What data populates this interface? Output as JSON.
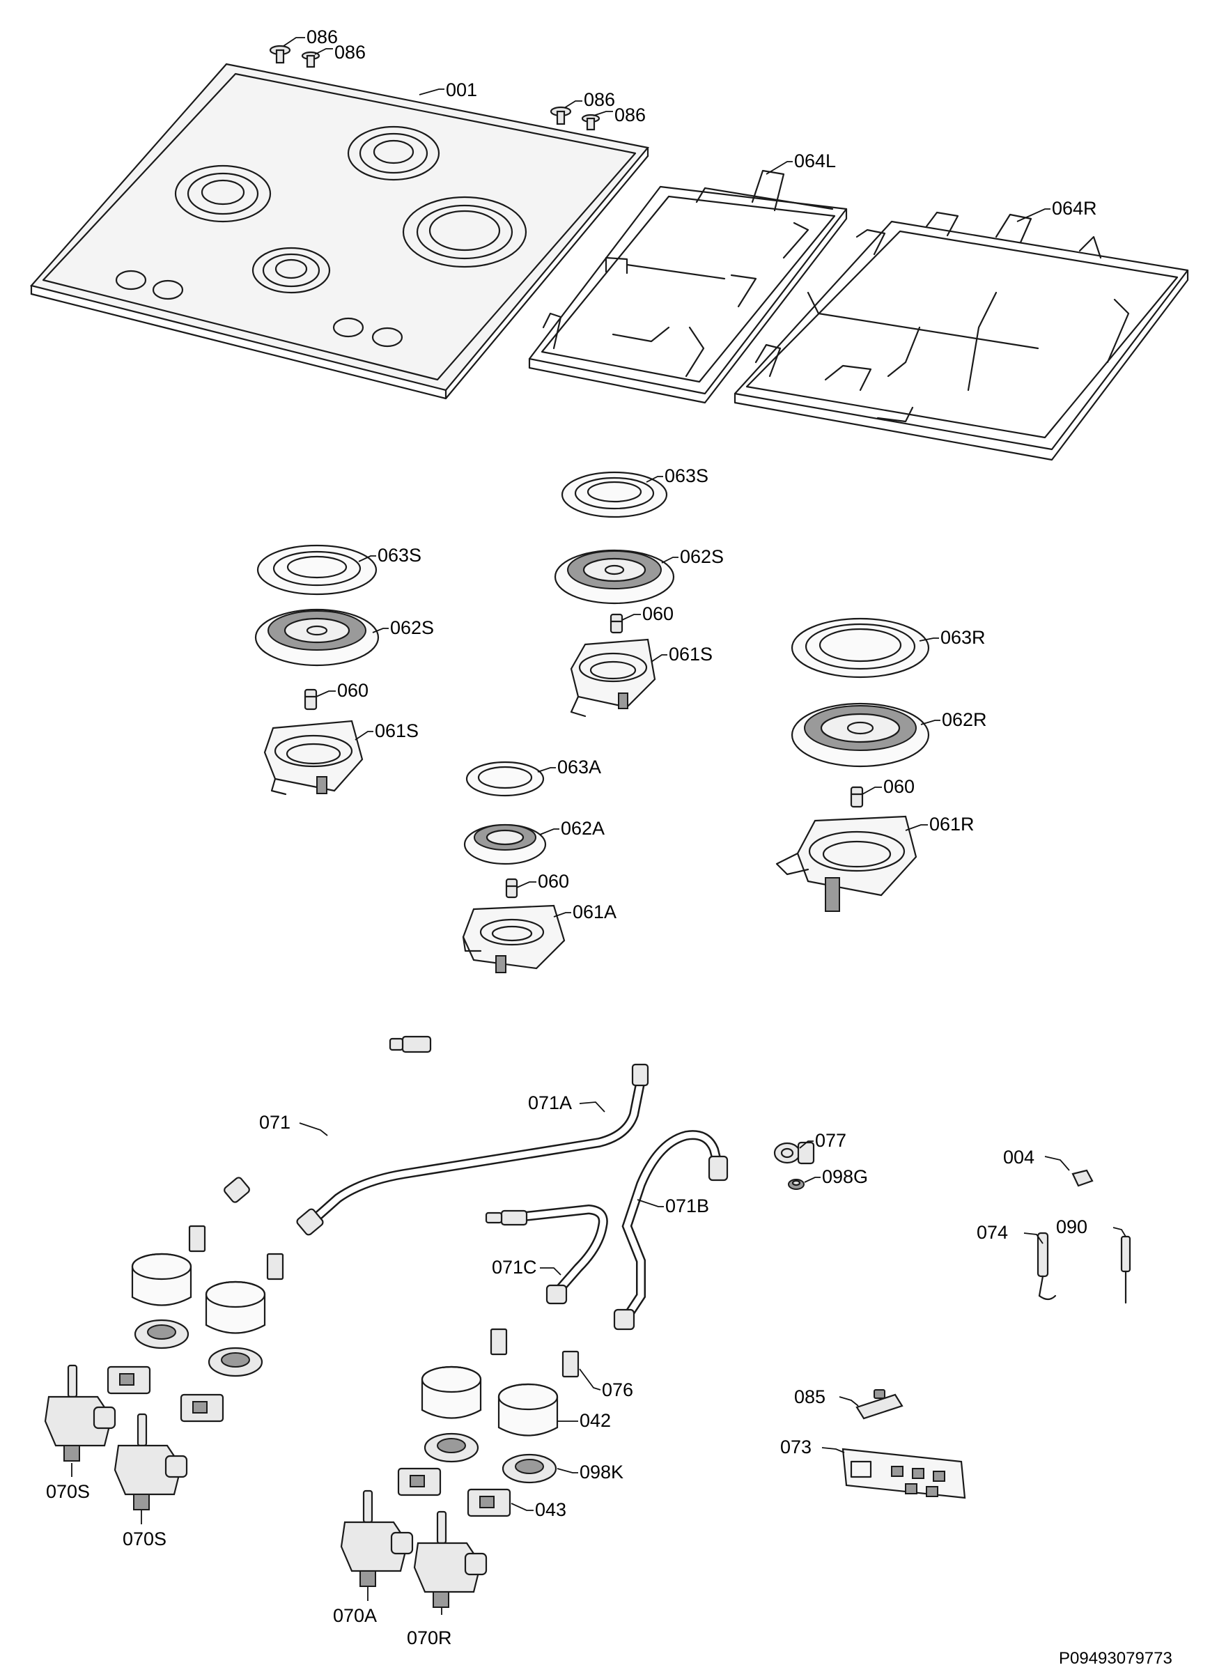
{
  "callouts": [
    {
      "id": "c-086-a",
      "text": "086"
    },
    {
      "id": "c-086-b",
      "text": "086"
    },
    {
      "id": "c-001",
      "text": "001"
    },
    {
      "id": "c-086-c",
      "text": "086"
    },
    {
      "id": "c-086-d",
      "text": "086"
    },
    {
      "id": "c-064l",
      "text": "064L"
    },
    {
      "id": "c-064r",
      "text": "064R"
    },
    {
      "id": "c-063s-a",
      "text": "063S"
    },
    {
      "id": "c-063s-b",
      "text": "063S"
    },
    {
      "id": "c-062s-b",
      "text": "062S"
    },
    {
      "id": "c-060-b",
      "text": "060"
    },
    {
      "id": "c-061s-b",
      "text": "061S"
    },
    {
      "id": "c-062s-a",
      "text": "062S"
    },
    {
      "id": "c-060-a",
      "text": "060"
    },
    {
      "id": "c-061s-a",
      "text": "061S"
    },
    {
      "id": "c-063r",
      "text": "063R"
    },
    {
      "id": "c-062r",
      "text": "062R"
    },
    {
      "id": "c-060-r",
      "text": "060"
    },
    {
      "id": "c-061r",
      "text": "061R"
    },
    {
      "id": "c-063a",
      "text": "063A"
    },
    {
      "id": "c-062a",
      "text": "062A"
    },
    {
      "id": "c-060-c",
      "text": "060"
    },
    {
      "id": "c-061a",
      "text": "061A"
    },
    {
      "id": "c-071",
      "text": "071"
    },
    {
      "id": "c-071a",
      "text": "071A"
    },
    {
      "id": "c-071b",
      "text": "071B"
    },
    {
      "id": "c-071c",
      "text": "071C"
    },
    {
      "id": "c-077",
      "text": "077"
    },
    {
      "id": "c-098g",
      "text": "098G"
    },
    {
      "id": "c-004",
      "text": "004"
    },
    {
      "id": "c-074",
      "text": "074"
    },
    {
      "id": "c-090",
      "text": "090"
    },
    {
      "id": "c-076",
      "text": "076"
    },
    {
      "id": "c-042",
      "text": "042"
    },
    {
      "id": "c-098k",
      "text": "098K"
    },
    {
      "id": "c-043",
      "text": "043"
    },
    {
      "id": "c-085",
      "text": "085"
    },
    {
      "id": "c-073",
      "text": "073"
    },
    {
      "id": "c-070s-a",
      "text": "070S"
    },
    {
      "id": "c-070s-b",
      "text": "070S"
    },
    {
      "id": "c-070a",
      "text": "070A"
    },
    {
      "id": "c-070r",
      "text": "070R"
    }
  ],
  "document_id": "P09493079773"
}
